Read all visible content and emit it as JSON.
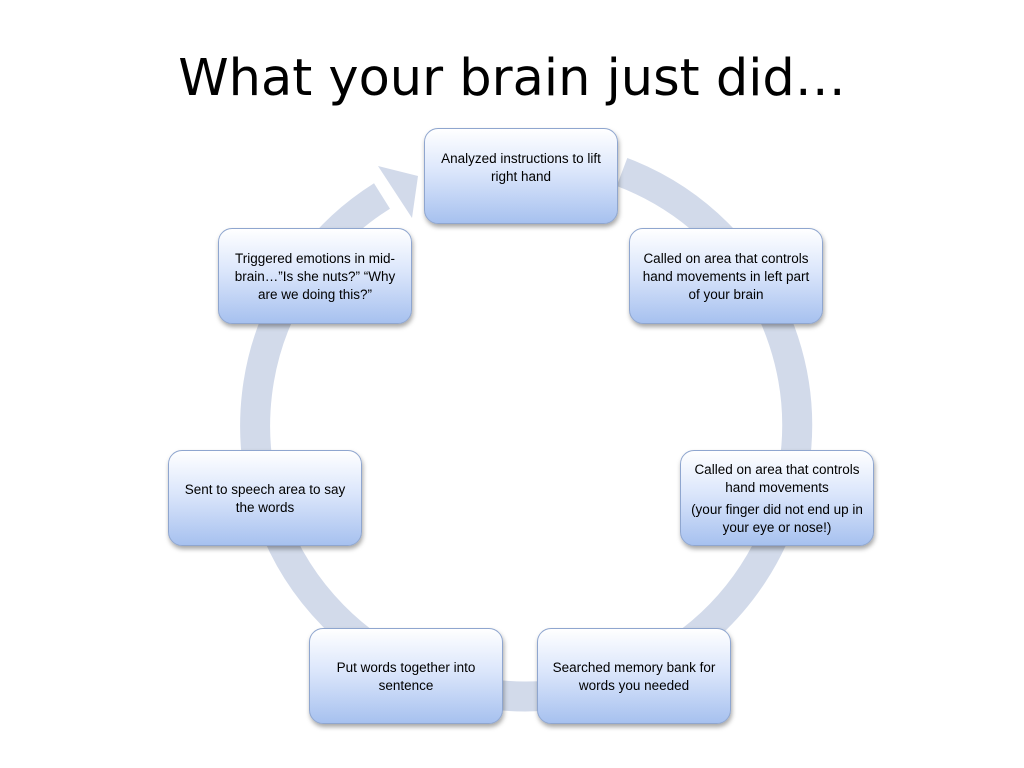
{
  "slide": {
    "title": "What your brain just did…"
  },
  "diagram": {
    "type": "cycle",
    "arrow_color": "#d2daea",
    "node_gradient": [
      "#ffffff",
      "#a7c1ef"
    ],
    "node_border_color": "#8fa6cf",
    "nodes": [
      {
        "lines": [
          "Analyzed instructions to lift right hand"
        ]
      },
      {
        "lines": [
          "Called on area that controls hand movements in left part of your brain"
        ]
      },
      {
        "lines": [
          "Called on area that controls hand movements",
          "(your finger did not end up in your eye or nose!)"
        ]
      },
      {
        "lines": [
          "Searched memory bank for words you needed"
        ]
      },
      {
        "lines": [
          "Put words together into sentence"
        ]
      },
      {
        "lines": [
          "Sent to speech area to say the words"
        ]
      },
      {
        "lines": [
          "Triggered emotions in mid-brain…”Is she nuts?” “Why are we doing this?”"
        ]
      }
    ]
  }
}
